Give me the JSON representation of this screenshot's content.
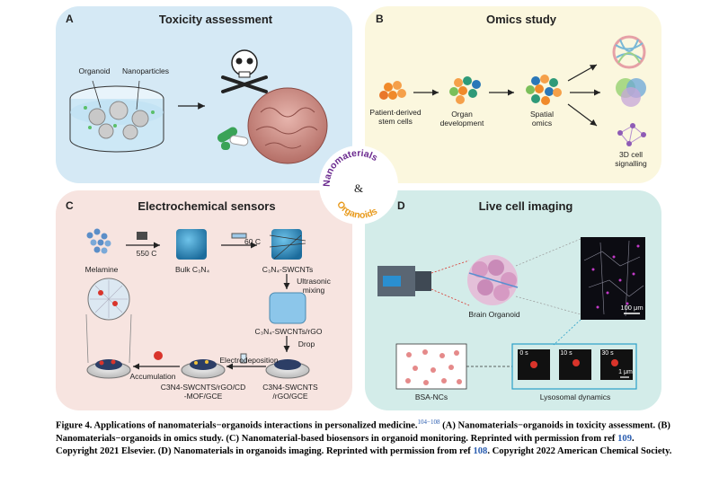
{
  "panels": {
    "a": {
      "letter": "A",
      "title": "Toxicity assessment",
      "labels": {
        "organoid": "Organoid",
        "nanoparticles": "Nanoparticles"
      }
    },
    "b": {
      "letter": "B",
      "title": "Omics study",
      "labels": {
        "stem1": "Patient-derived",
        "stem2": "stem cells",
        "organ1": "Organ",
        "organ2": "development",
        "spatial1": "Spatial",
        "spatial2": "omics",
        "signal1": "3D cell",
        "signal2": "signalling"
      }
    },
    "c": {
      "letter": "C",
      "title": "Electrochemical sensors",
      "labels": {
        "melamine": "Melamine",
        "temp1": "550 C",
        "bulk": "Bulk C₃N₄",
        "temp2": "60 C",
        "swcnt": "C₃N₄-SWCNTs",
        "ultra1": "Ultrasonic",
        "ultra2": "mixing",
        "rgo": "C₃N₄-SWCNTs/rGO",
        "drop": "Drop",
        "electro": "Electrodeposition",
        "accum": "Accumulation",
        "mof1": "C3N4-SWCNTS/rGO/CD",
        "mof2": "-MOF/GCE",
        "gce1": "C3N4-SWCNTS",
        "gce2": "/rGO/GCE"
      }
    },
    "d": {
      "letter": "D",
      "title": "Live cell imaging",
      "labels": {
        "brain": "Brain Organoid",
        "scale": "100 μm",
        "bsa": "BSA-NCs",
        "lyso": "Lysosomal dynamics",
        "t0": "0 s",
        "t10": "10 s",
        "t30": "30 s",
        "scale2": "1 μm"
      }
    }
  },
  "center": {
    "word1": "Nanomaterials",
    "amp": "&",
    "word2": "Organoids",
    "color1": "#6b2a8f",
    "color2": "#e89a1c"
  },
  "caption": {
    "figure": "Figure 4.",
    "p1": " Applications of nanomaterials−organoids interactions in personalized medicine.",
    "refs1": "104−108",
    "p2": " (A) Nanomaterials−organoids in toxicity assessment. (B) Nanomaterials−organoids in omics study. (C) Nanomaterial-based biosensors in organoid monitoring. Reprinted with permission from ref ",
    "ref2": "109",
    "p3": ". Copyright 2021 Elsevier. (D) Nanomaterials in organoids imaging. Reprinted with permission from ref ",
    "ref3": "108",
    "p4": ". Copyright 2022 American Chemical Society."
  }
}
